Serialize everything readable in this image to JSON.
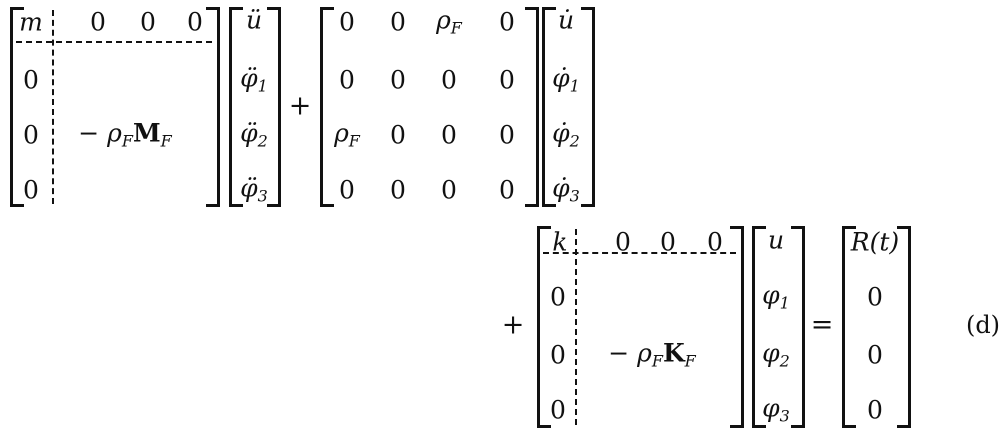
{
  "equation": {
    "mass": {
      "m": "m",
      "row0": [
        "0",
        "0",
        "0"
      ],
      "col0": [
        "0",
        "0",
        "0"
      ],
      "block_sign": "−",
      "block_rho": "ρ",
      "block_rho_sub": "F",
      "block_mat": "M",
      "block_mat_sub": "F"
    },
    "acc_vec": [
      {
        "base": "ü",
        "sub": ""
      },
      {
        "base": "φ̈",
        "sub": "1"
      },
      {
        "base": "φ̈",
        "sub": "2"
      },
      {
        "base": "φ̈",
        "sub": "3"
      }
    ],
    "plus1": "+",
    "damp": {
      "rows": [
        [
          "0",
          "0",
          "ρF",
          "0"
        ],
        [
          "0",
          "0",
          "0",
          "0"
        ],
        [
          "ρF",
          "0",
          "0",
          "0"
        ],
        [
          "0",
          "0",
          "0",
          "0"
        ]
      ]
    },
    "vel_vec": [
      {
        "base": "u̇",
        "sub": ""
      },
      {
        "base": "φ̇",
        "sub": "1"
      },
      {
        "base": "φ̇",
        "sub": "2"
      },
      {
        "base": "φ̇",
        "sub": "3"
      }
    ],
    "plus2": "+",
    "stiff": {
      "k": "k",
      "row0": [
        "0",
        "0",
        "0"
      ],
      "col0": [
        "0",
        "0",
        "0"
      ],
      "block_sign": "−",
      "block_rho": "ρ",
      "block_rho_sub": "F",
      "block_mat": "K",
      "block_mat_sub": "F"
    },
    "disp_vec": [
      {
        "base": "u",
        "sub": ""
      },
      {
        "base": "φ",
        "sub": "1"
      },
      {
        "base": "φ",
        "sub": "2"
      },
      {
        "base": "φ",
        "sub": "3"
      }
    ],
    "equals": "=",
    "rhs": [
      "R(t)",
      "0",
      "0",
      "0"
    ],
    "label": "(d)"
  }
}
